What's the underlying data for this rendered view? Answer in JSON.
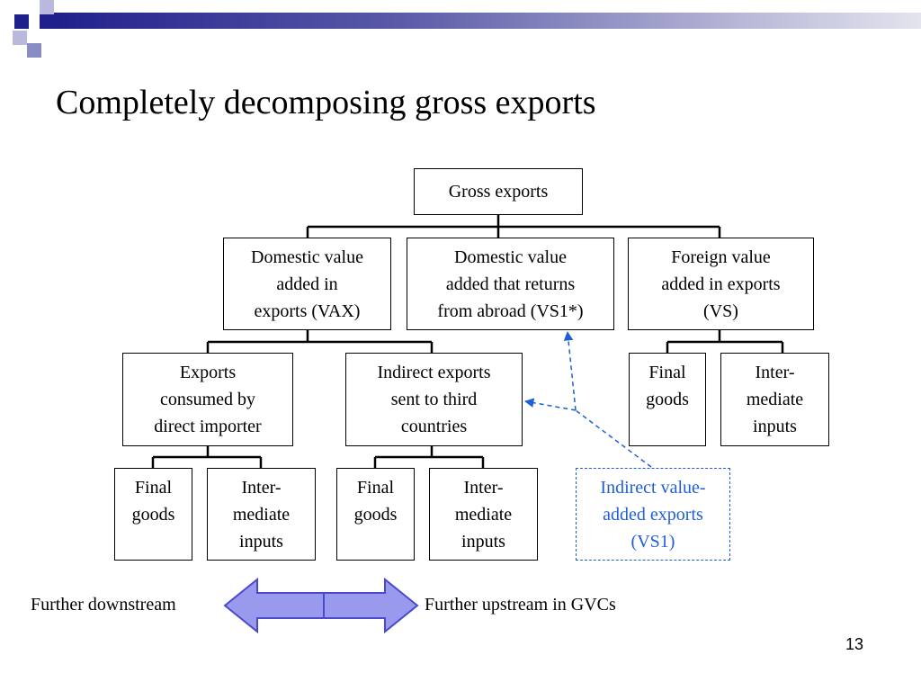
{
  "slide": {
    "title": "Completely decomposing gross exports",
    "page_number": "13"
  },
  "colors": {
    "header_bar": "#20208c",
    "accent_blue": "#1f5fd6",
    "arrow_fill": "#9999ee",
    "arrow_stroke": "#4a4acc"
  },
  "diagram": {
    "root": "Gross exports",
    "level1": {
      "vax": "Domestic value\nadded in\nexports (VAX)",
      "vs1star": "Domestic value\nadded that returns\nfrom abroad (VS1*)",
      "vs": "Foreign value\nadded in exports\n(VS)"
    },
    "level2": {
      "direct": "Exports\nconsumed by\ndirect importer",
      "indirect": "Indirect exports\nsent to third\ncountries",
      "vs_final": "Final\ngoods",
      "vs_inter": "Inter-\nmediate\ninputs"
    },
    "level3": {
      "direct_final": "Final\ngoods",
      "direct_inter": "Inter-\nmediate\ninputs",
      "indirect_final": "Final\ngoods",
      "indirect_inter": "Inter-\nmediate\ninputs"
    },
    "vs1_box": "Indirect value-\nadded exports\n(VS1)"
  },
  "arrow_labels": {
    "left": "Further downstream",
    "right": "Further upstream in GVCs"
  }
}
